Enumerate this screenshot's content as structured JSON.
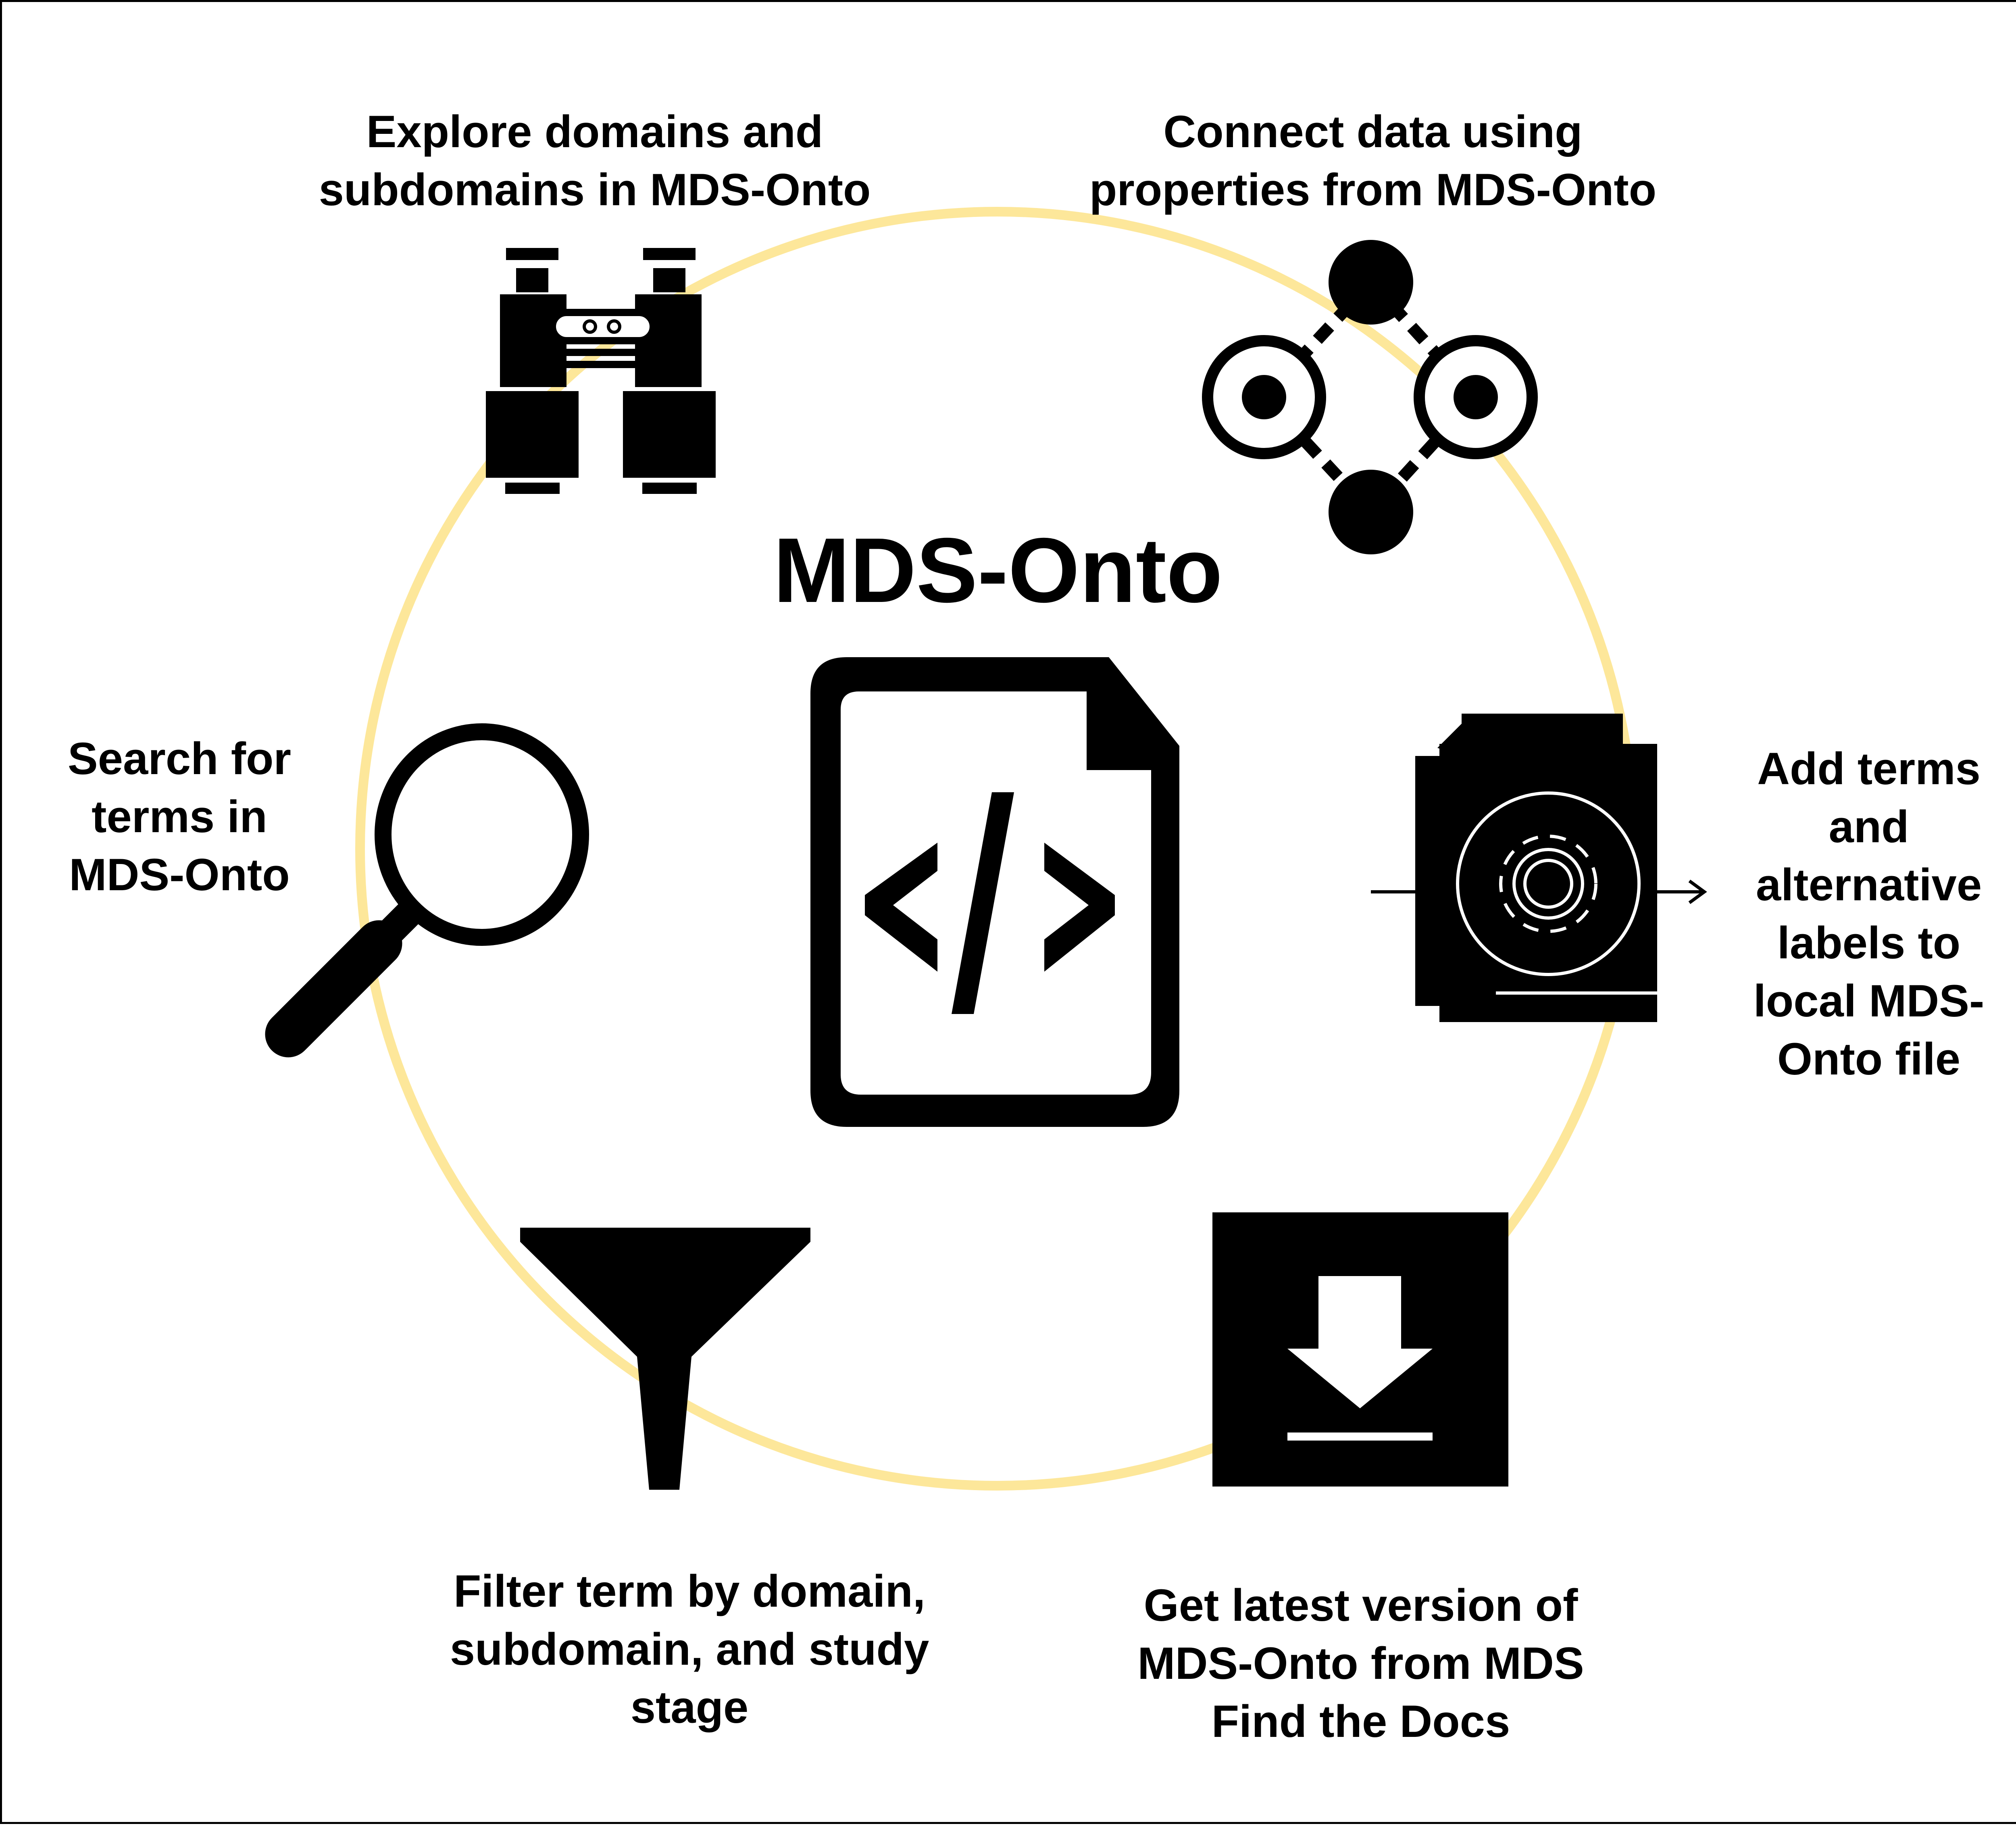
{
  "title": "MDS-Onto",
  "colors": {
    "ring": "#FDE79A",
    "icon": "#000000",
    "background": "#FFFFFF"
  },
  "nodes": [
    {
      "key": "explore",
      "icon": "binoculars-icon",
      "lines": [
        "Explore domains and",
        "subdomains in MDS-Onto"
      ]
    },
    {
      "key": "connect",
      "icon": "graph-network-icon",
      "lines": [
        "Connect data using",
        "properties from MDS-Onto"
      ]
    },
    {
      "key": "add",
      "icon": "documents-gear-icon",
      "lines": [
        "Add terms",
        "and",
        "alternative",
        "labels to",
        "local MDS-",
        "Onto file"
      ]
    },
    {
      "key": "download",
      "icon": "download-icon",
      "lines": [
        "Get latest version of",
        "MDS-Onto from MDS",
        "Find the Docs"
      ]
    },
    {
      "key": "filter",
      "icon": "funnel-icon",
      "lines": [
        "Filter term by domain,",
        "subdomain, and study",
        "stage"
      ]
    },
    {
      "key": "search",
      "icon": "magnifier-icon",
      "lines": [
        "Search for",
        "terms in",
        "MDS-Onto"
      ]
    }
  ],
  "center": {
    "icon": "code-file-icon",
    "code_text": "</>"
  }
}
